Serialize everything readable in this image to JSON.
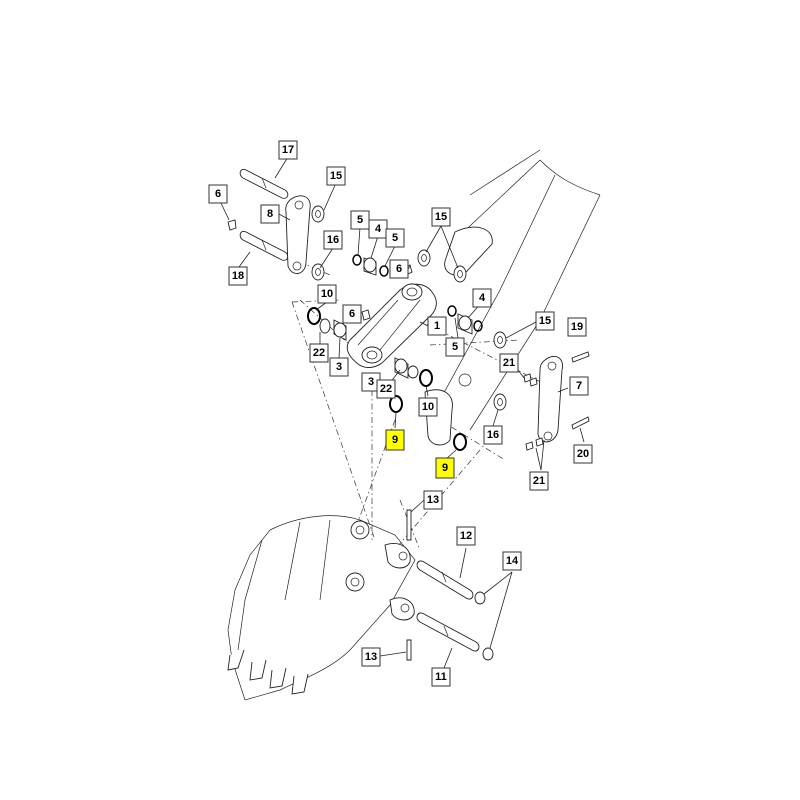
{
  "colors": {
    "highlight": "#ffff00",
    "line": "#222222"
  },
  "callouts": [
    {
      "label": "17",
      "highlight": false
    },
    {
      "label": "15",
      "highlight": false
    },
    {
      "label": "6",
      "highlight": false
    },
    {
      "label": "8",
      "highlight": false
    },
    {
      "label": "5",
      "highlight": false
    },
    {
      "label": "4",
      "highlight": false
    },
    {
      "label": "5",
      "highlight": false
    },
    {
      "label": "15",
      "highlight": false
    },
    {
      "label": "16",
      "highlight": false
    },
    {
      "label": "6",
      "highlight": false
    },
    {
      "label": "18",
      "highlight": false
    },
    {
      "label": "10",
      "highlight": false
    },
    {
      "label": "4",
      "highlight": false
    },
    {
      "label": "6",
      "highlight": false
    },
    {
      "label": "1",
      "highlight": false
    },
    {
      "label": "15",
      "highlight": false
    },
    {
      "label": "19",
      "highlight": false
    },
    {
      "label": "5",
      "highlight": false
    },
    {
      "label": "22",
      "highlight": false
    },
    {
      "label": "3",
      "highlight": false
    },
    {
      "label": "21",
      "highlight": false
    },
    {
      "label": "3",
      "highlight": false
    },
    {
      "label": "22",
      "highlight": false
    },
    {
      "label": "7",
      "highlight": false
    },
    {
      "label": "10",
      "highlight": false
    },
    {
      "label": "9",
      "highlight": true
    },
    {
      "label": "16",
      "highlight": false
    },
    {
      "label": "20",
      "highlight": false
    },
    {
      "label": "9",
      "highlight": true
    },
    {
      "label": "21",
      "highlight": false
    },
    {
      "label": "13",
      "highlight": false
    },
    {
      "label": "12",
      "highlight": false
    },
    {
      "label": "14",
      "highlight": false
    },
    {
      "label": "13",
      "highlight": false
    },
    {
      "label": "11",
      "highlight": false
    }
  ]
}
